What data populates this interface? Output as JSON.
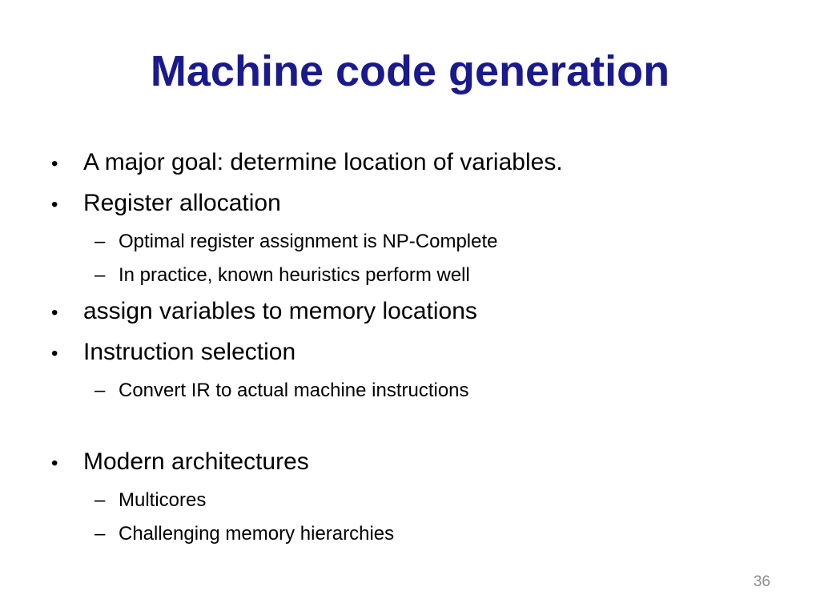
{
  "slide": {
    "title": "Machine code generation",
    "page_number": "36",
    "title_color": "#1a1a8c",
    "text_color": "#000000",
    "page_number_color": "#8c8c8c",
    "markers": {
      "l1": "•",
      "l2": "–"
    },
    "bullets": [
      {
        "level": 1,
        "text": "A major goal: determine location of variables."
      },
      {
        "level": 1,
        "text": "Register allocation"
      },
      {
        "level": 2,
        "text": "Optimal register assignment is NP-Complete"
      },
      {
        "level": 2,
        "text": "In practice, known heuristics perform well"
      },
      {
        "level": 1,
        "text": "assign variables to memory locations"
      },
      {
        "level": 1,
        "text": "Instruction selection"
      },
      {
        "level": 2,
        "text": "Convert IR to actual machine instructions"
      },
      {
        "level": 1,
        "text": "Modern architectures"
      },
      {
        "level": 2,
        "text": "Multicores"
      },
      {
        "level": 2,
        "text": "Challenging memory hierarchies"
      }
    ]
  }
}
